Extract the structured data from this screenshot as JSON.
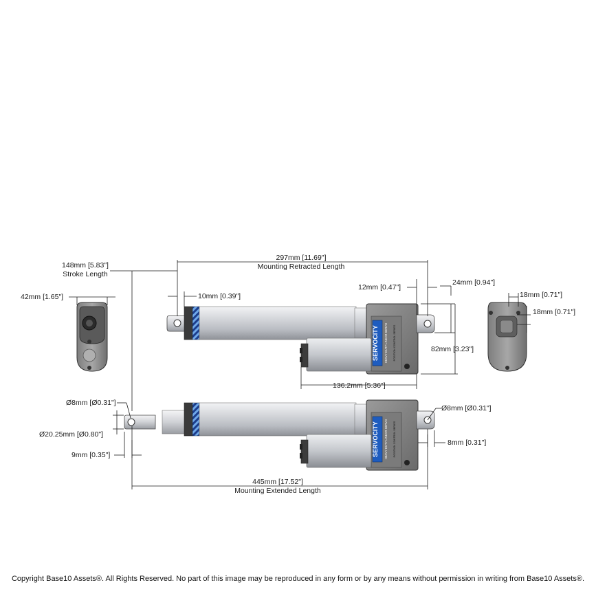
{
  "dimensions": {
    "retracted_length": "297mm [11.69\"]",
    "retracted_length_label": "Mounting Retracted Length",
    "stroke_length": "148mm [5.83\"]",
    "stroke_length_label": "Stroke Length",
    "width_end": "42mm [1.65\"]",
    "rod_end_offset": "10mm [0.39\"]",
    "clevis_offset": "12mm [0.47\"]",
    "clevis_length": "24mm [0.94\"]",
    "height": "82mm [3.23\"]",
    "motor_length": "136.2mm [5.36\"]",
    "end_18_a": "18mm [0.71\"]",
    "end_18_b": "18mm [0.71\"]",
    "hole_front": "Ø8mm [Ø0.31\"]",
    "rod_diameter": "Ø20.25mm [Ø0.80\"]",
    "rod_tip": "9mm [0.35\"]",
    "hole_rear": "Ø8mm [Ø0.31\"]",
    "rear_offset": "8mm [0.31\"]",
    "extended_length": "445mm [17.52\"]",
    "extended_length_label": "Mounting Extended Length"
  },
  "branding": {
    "logo": "SERVOCITY",
    "tagline": "HEAVY DUTY LINEAR SERVO",
    "series": "POSITION CONTROL SERIES"
  },
  "copyright": "Copyright Base10 Assets®.  All Rights Reserved. No part of this image may be reproduced in any form or by any means without permission in writing from Base10 Assets®."
}
